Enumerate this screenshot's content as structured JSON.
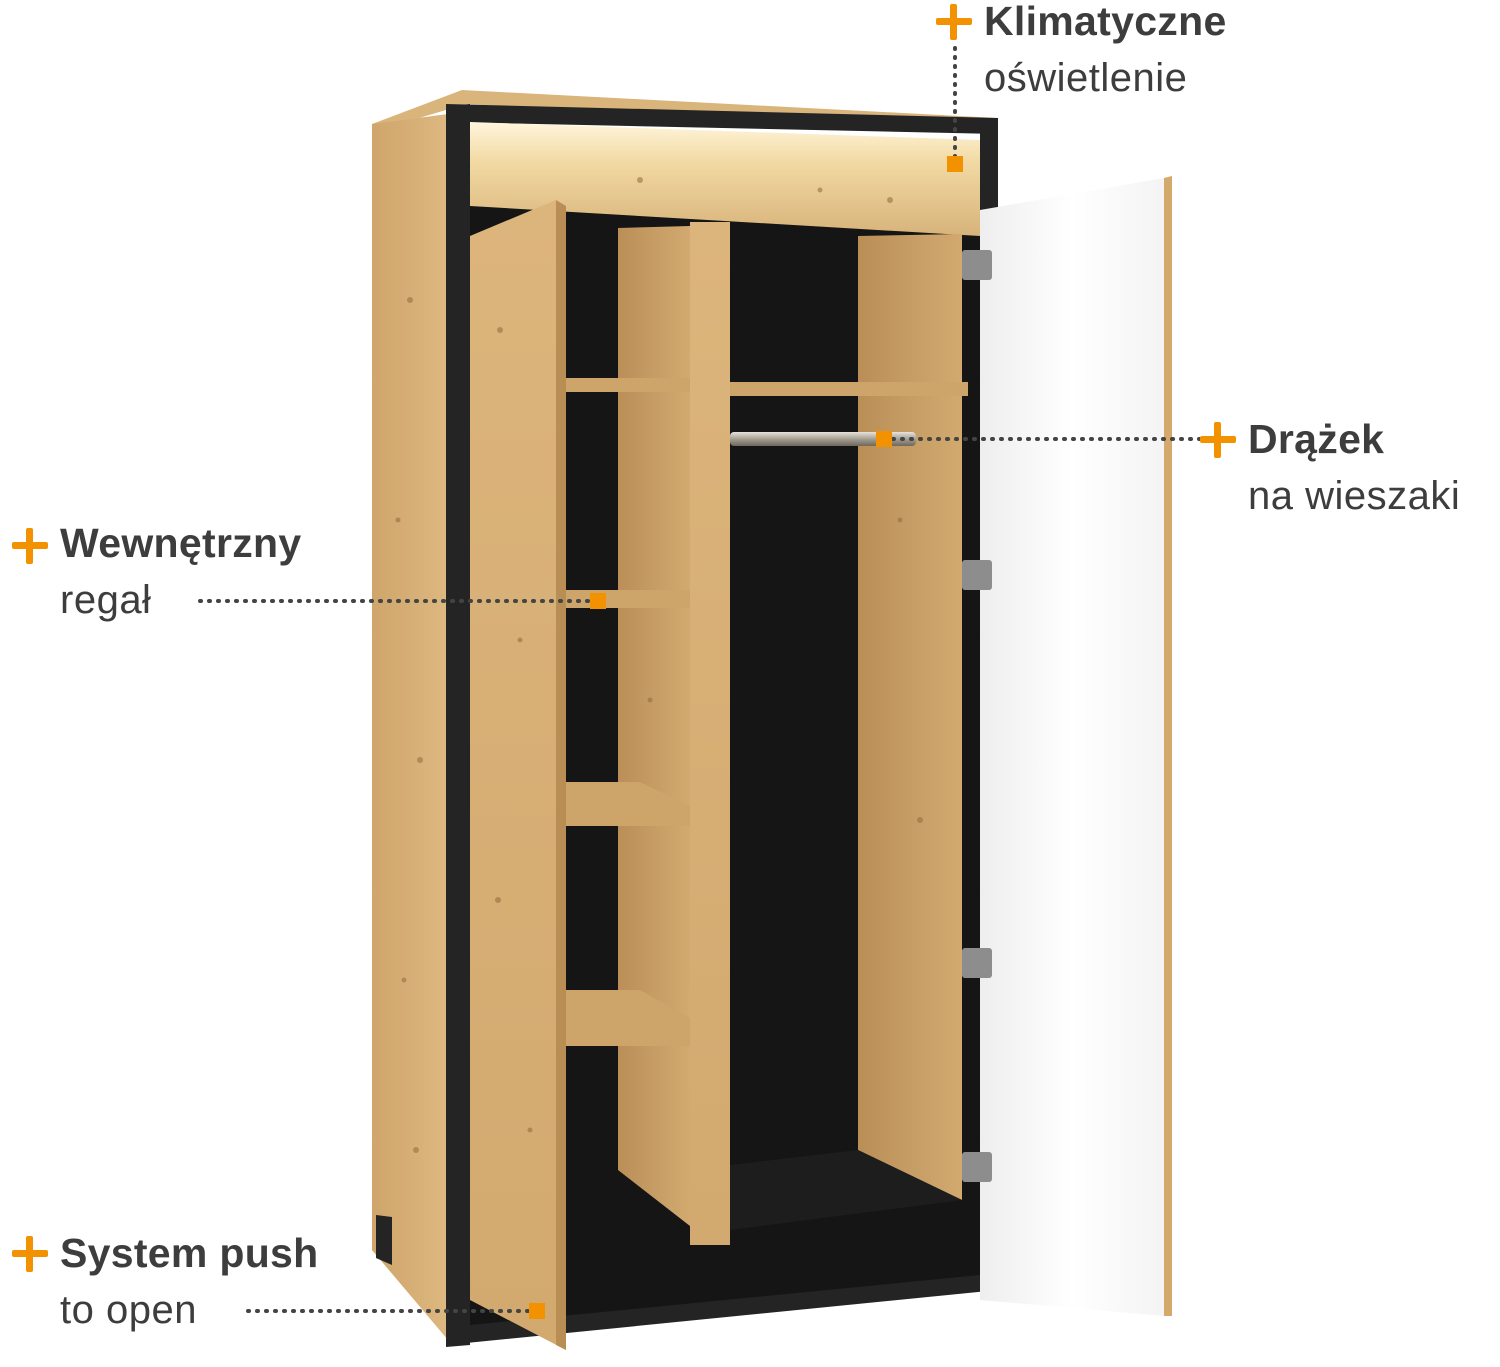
{
  "colors": {
    "accent": "#f39200",
    "text": "#3d3d3d",
    "oak": "#d8b178",
    "frame": "#242424",
    "door_face": "#ffffff"
  },
  "callouts": {
    "lighting": {
      "title": "Klimatyczne",
      "subtitle": "oświetlenie"
    },
    "rail": {
      "title": "Drążek",
      "subtitle": "na wieszaki"
    },
    "shelf": {
      "title": "Wewnętrzny",
      "subtitle": "regał"
    },
    "push": {
      "title": "System push",
      "subtitle": "to open"
    }
  },
  "icons": [
    "plus-icon",
    "marker-dot-icon",
    "hinge-icon"
  ]
}
